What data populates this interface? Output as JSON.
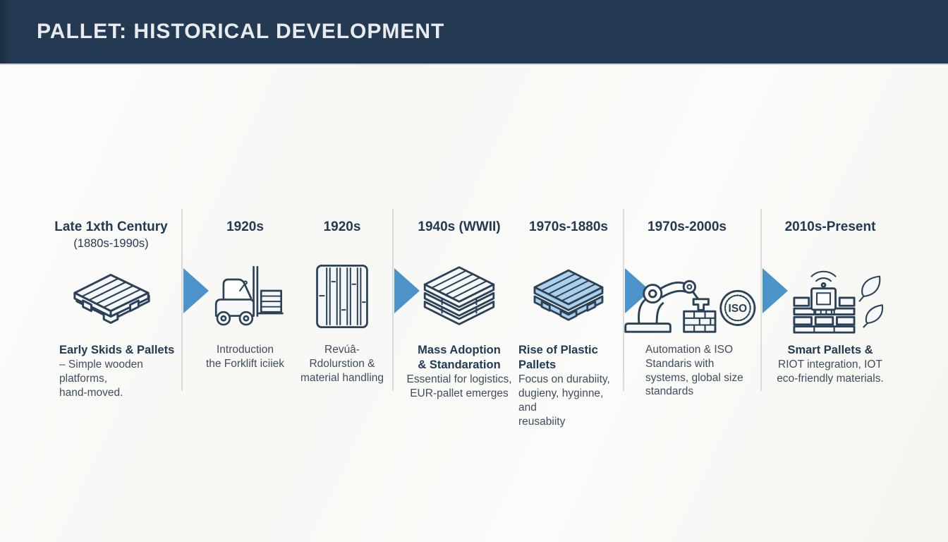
{
  "header": {
    "title": "PALLET: HISTORICAL DEVELOPMENT"
  },
  "colors": {
    "header_bg": "#243a52",
    "title_text": "#e9ebee",
    "arrow": "#4b93c9",
    "divider": "#dbdbd9",
    "heading": "#223a54",
    "body_text": "#3e4d5f",
    "icon_stroke": "#2a4158",
    "icon_fill": "#f5f7f9",
    "plastic_fill": "#aecfe9"
  },
  "timeline": {
    "iso_label": "ISO",
    "stages": [
      {
        "name": "early-skids-pallets",
        "period": "Late 1xth Century",
        "period_sub": "(1880s-1990s)",
        "icon": "wooden-pallet-icon",
        "bold_lines": [
          "Early Skids & Pallets"
        ],
        "lines": [
          "– Simple wooden platforms,",
          "hand-moved."
        ]
      },
      {
        "name": "forklift-introduction",
        "period": "1920s",
        "icon": "forklift-icon",
        "bold_lines": [],
        "lines": [
          "Introduction",
          "the Forklift iciiek"
        ]
      },
      {
        "name": "pallet-evolution",
        "period": "1920s",
        "icon": "pallet-top-view-icon",
        "bold_lines": [],
        "lines": [
          "Revúâ-",
          "Rdolurstion &",
          "material handling"
        ]
      },
      {
        "name": "mass-adoption-standardization",
        "period": "1940s (WWII)",
        "icon": "stacked-pallets-icon",
        "bold_lines": [
          "Mass Adoption",
          "& Standaration"
        ],
        "lines": [
          "Essential for logistics,",
          "EUR-pallet emerges"
        ]
      },
      {
        "name": "rise-of-plastic-pallets",
        "period": "1970s-1880s",
        "icon": "plastic-pallet-icon",
        "bold_lines": [
          "Rise of Plastic Pallets"
        ],
        "lines": [
          "Focus on durabiity,",
          "dugieny, hyginne, and",
          "reusabiity"
        ]
      },
      {
        "name": "automation-iso-standards",
        "period": "1970s-2000s",
        "icon": "robot-arm-iso-icon",
        "bold_lines": [],
        "lines": [
          "Automation & ISO",
          "Standaris with",
          "systems, global size",
          "standards"
        ]
      },
      {
        "name": "smart-pallets",
        "period": "2010s-Present",
        "icon": "smart-pallet-icon",
        "bold_lines": [
          "Smart Pallets &"
        ],
        "lines": [
          "RIOT integration, IOT",
          "eco-friendly materials."
        ]
      }
    ]
  }
}
